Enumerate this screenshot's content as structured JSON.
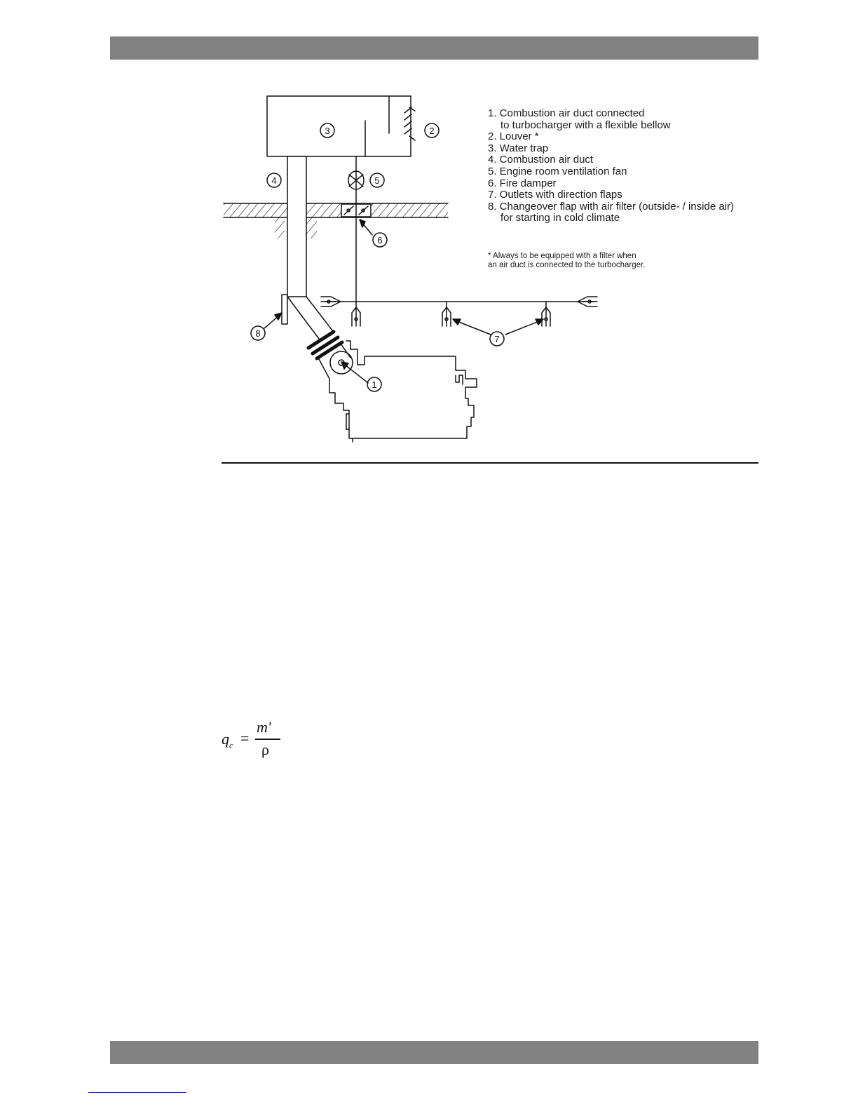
{
  "colors": {
    "band": "#818181",
    "ink": "#111111",
    "link": "#0000ee"
  },
  "diagram": {
    "callouts": [
      "1",
      "2",
      "3",
      "4",
      "5",
      "6",
      "7",
      "8"
    ]
  },
  "legend": {
    "items": [
      {
        "lines": [
          "1. Combustion air duct connected",
          "to turbocharger with a flexible bellow"
        ]
      },
      {
        "lines": [
          "2. Louver *"
        ]
      },
      {
        "lines": [
          "3. Water trap"
        ]
      },
      {
        "lines": [
          "4. Combustion air duct"
        ]
      },
      {
        "lines": [
          "5. Engine room ventilation fan"
        ]
      },
      {
        "lines": [
          "6. Fire damper"
        ]
      },
      {
        "lines": [
          "7. Outlets with direction flaps"
        ]
      },
      {
        "lines": [
          "8. Changeover flap with air filter (outside- / inside air)",
          "for starting in cold climate"
        ]
      }
    ],
    "footnote": [
      "* Always to be equipped with a filter when",
      "an air duct is connected to the turbocharger."
    ]
  },
  "formula": {
    "lhs": "q",
    "lhs_sub": "c",
    "eq": "=",
    "numerator": "m'",
    "denominator": "ρ"
  }
}
